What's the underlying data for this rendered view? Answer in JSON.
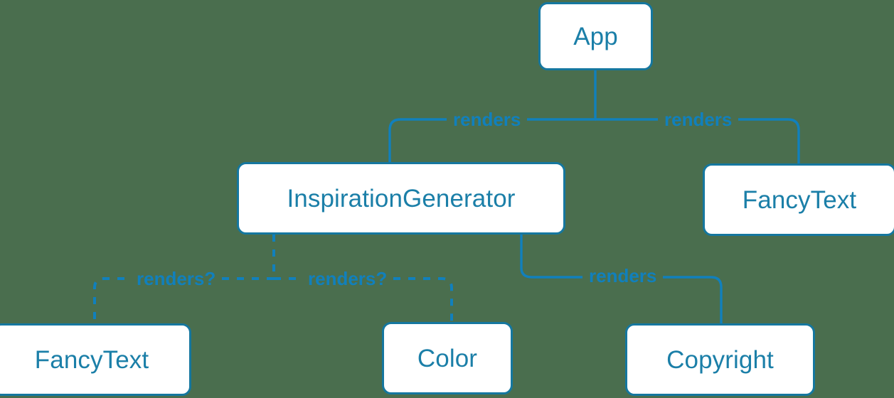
{
  "diagram": {
    "type": "component-tree",
    "background_color": "#4a6e4e",
    "node_border_color": "#15779f",
    "node_fill_color": "#ffffff",
    "node_text_color": "#1b7fa8",
    "edge_color": "#1180bc",
    "edge_label_color": "#1180bc",
    "nodes": [
      {
        "id": "app",
        "label": "App"
      },
      {
        "id": "inspiration",
        "label": "InspirationGenerator"
      },
      {
        "id": "fancytext_right",
        "label": "FancyText"
      },
      {
        "id": "fancytext_left",
        "label": "FancyText"
      },
      {
        "id": "color",
        "label": "Color"
      },
      {
        "id": "copyright",
        "label": "Copyright"
      }
    ],
    "edges": [
      {
        "from": "app",
        "to": "inspiration",
        "label": "renders",
        "style": "solid"
      },
      {
        "from": "app",
        "to": "fancytext_right",
        "label": "renders",
        "style": "solid"
      },
      {
        "from": "inspiration",
        "to": "copyright",
        "label": "renders",
        "style": "solid"
      },
      {
        "from": "inspiration",
        "to": "fancytext_left",
        "label": "renders?",
        "style": "dashed"
      },
      {
        "from": "inspiration",
        "to": "color",
        "label": "renders?",
        "style": "dashed"
      }
    ]
  }
}
